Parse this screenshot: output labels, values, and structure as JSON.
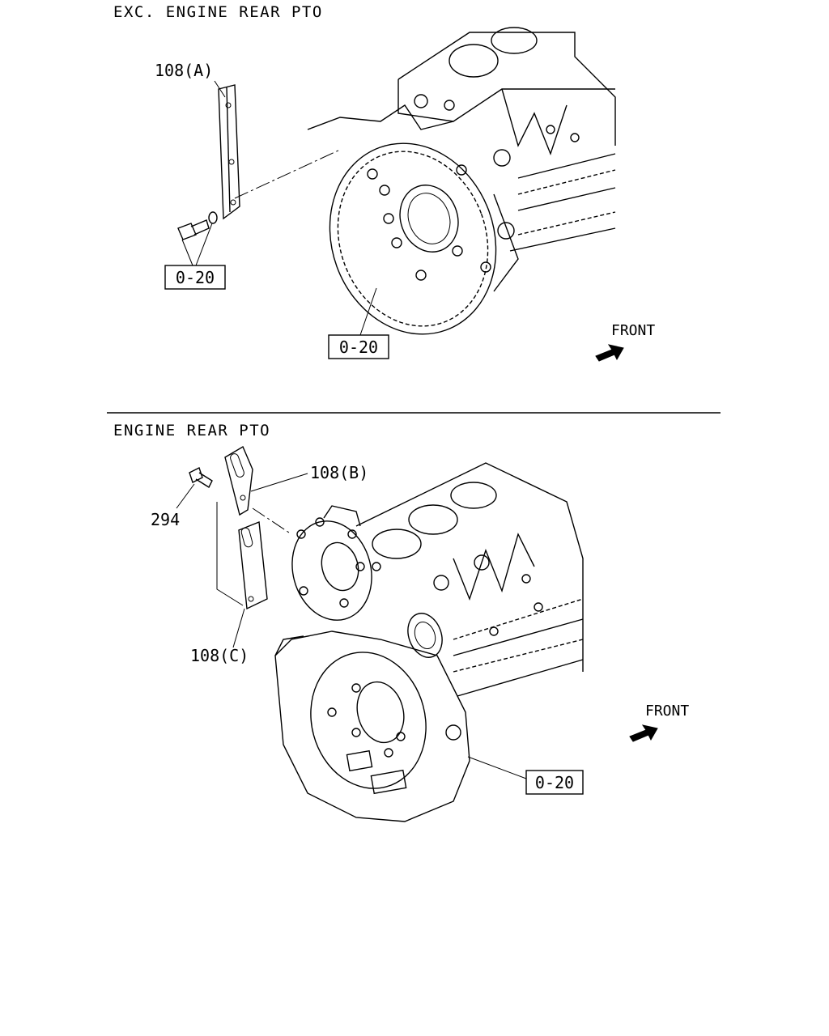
{
  "sections": [
    {
      "title": "EXC. ENGINE REAR PTO",
      "labels": {
        "bracket": "108(A)",
        "bolt_ref": "0-20",
        "housing_ref": "0-20",
        "front": "FRONT"
      }
    },
    {
      "title": "ENGINE REAR PTO",
      "labels": {
        "bracket_b": "108(B)",
        "bolt": "294",
        "bracket_c": "108(C)",
        "housing_ref": "0-20",
        "front": "FRONT"
      }
    }
  ]
}
